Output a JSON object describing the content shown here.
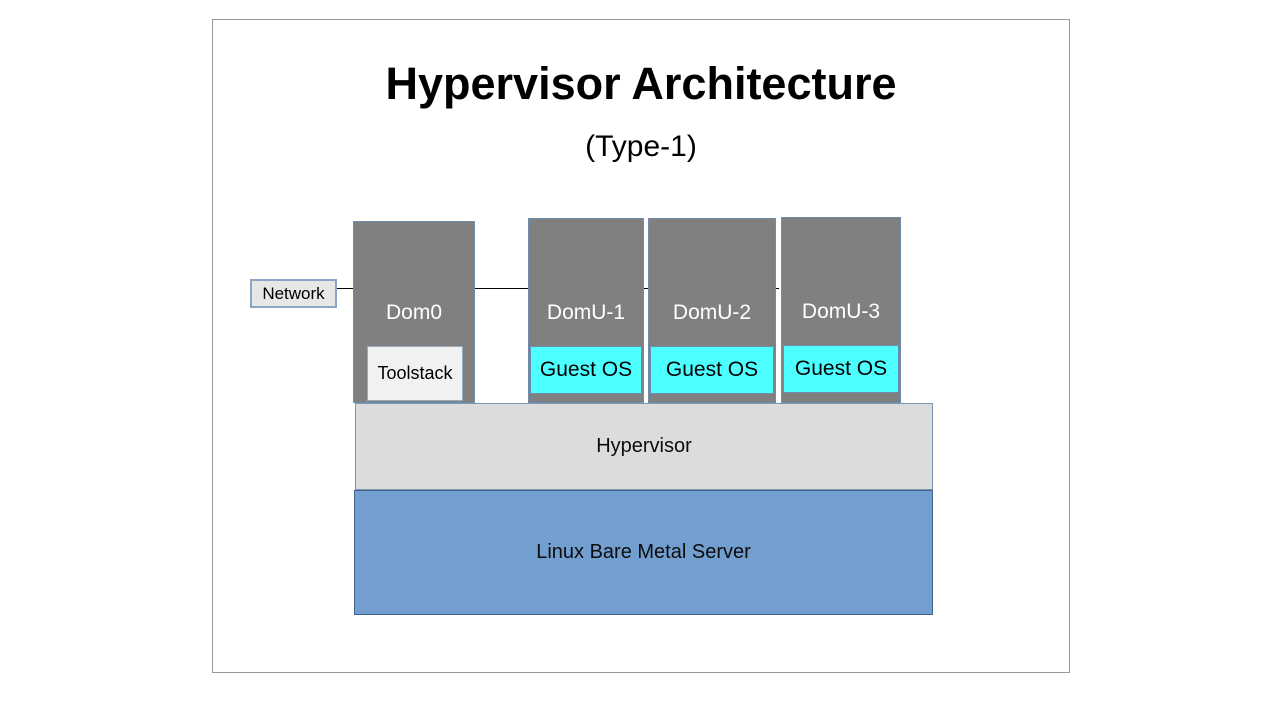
{
  "diagram": {
    "title": "Hypervisor Architecture",
    "subtitle": "(Type-1)",
    "network": {
      "label": "Network"
    },
    "dom0": {
      "label": "Dom0",
      "toolstack": "Toolstack"
    },
    "domus": [
      {
        "label": "DomU-1",
        "guest_os": "Guest OS"
      },
      {
        "label": "DomU-2",
        "guest_os": "Guest OS"
      },
      {
        "label": "DomU-3",
        "guest_os": "Guest OS"
      }
    ],
    "hypervisor": {
      "label": "Hypervisor"
    },
    "server": {
      "label": "Linux Bare Metal Server"
    },
    "colors": {
      "frame_border": "#999999",
      "domain_box": "#808080",
      "box_border": "#6e8cab",
      "guest_os": "#4dffff",
      "hypervisor_bar": "#dcdcdc",
      "hypervisor_border": "#7b94b0",
      "server_bar": "#729fcf",
      "server_border": "#44638b",
      "network_fill": "#e7e7e7",
      "network_border": "#8aa6c5",
      "toolstack_fill": "#f1f1f1",
      "toolstack_border": "#97a9bd",
      "connector": "#000000",
      "dom_label_text": "#ffffff"
    }
  }
}
